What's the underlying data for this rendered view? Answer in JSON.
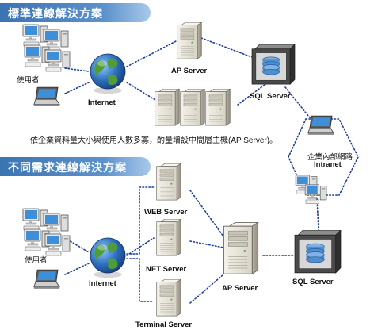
{
  "colors": {
    "banner": "#4a82c0",
    "server_body": "#e9e6dc",
    "sql_box": "#4a4a4a",
    "globe_blue": "#2c6fbe",
    "globe_green": "#4f9d3a",
    "link_dots": "#1f3f9a"
  },
  "top": {
    "banner_title": "標準連線解決方案",
    "user_label": "使用者",
    "internet_label": "Internet",
    "ap_server_label": "AP Server",
    "sql_server_label": "SQL Server",
    "note": "依企業資料量大小與使用人數多寡，酌量增設中間層主機(AP Server)。"
  },
  "intranet": {
    "label_line1": "企業內部網路",
    "label_line2": "Intranet"
  },
  "bottom": {
    "banner_title": "不同需求連線解決方案",
    "user_label": "使用者",
    "internet_label": "Internet",
    "web_server_label": "WEB Server",
    "net_server_label": "NET Server",
    "terminal_server_label": "Terminal Server",
    "ap_server_label": "AP Server",
    "sql_server_label": "SQL Server"
  },
  "icons": {
    "desktop": "desktop-computer-icon",
    "laptop": "laptop-icon",
    "globe": "globe-icon",
    "server": "tower-server-icon",
    "sql": "database-server-icon"
  }
}
